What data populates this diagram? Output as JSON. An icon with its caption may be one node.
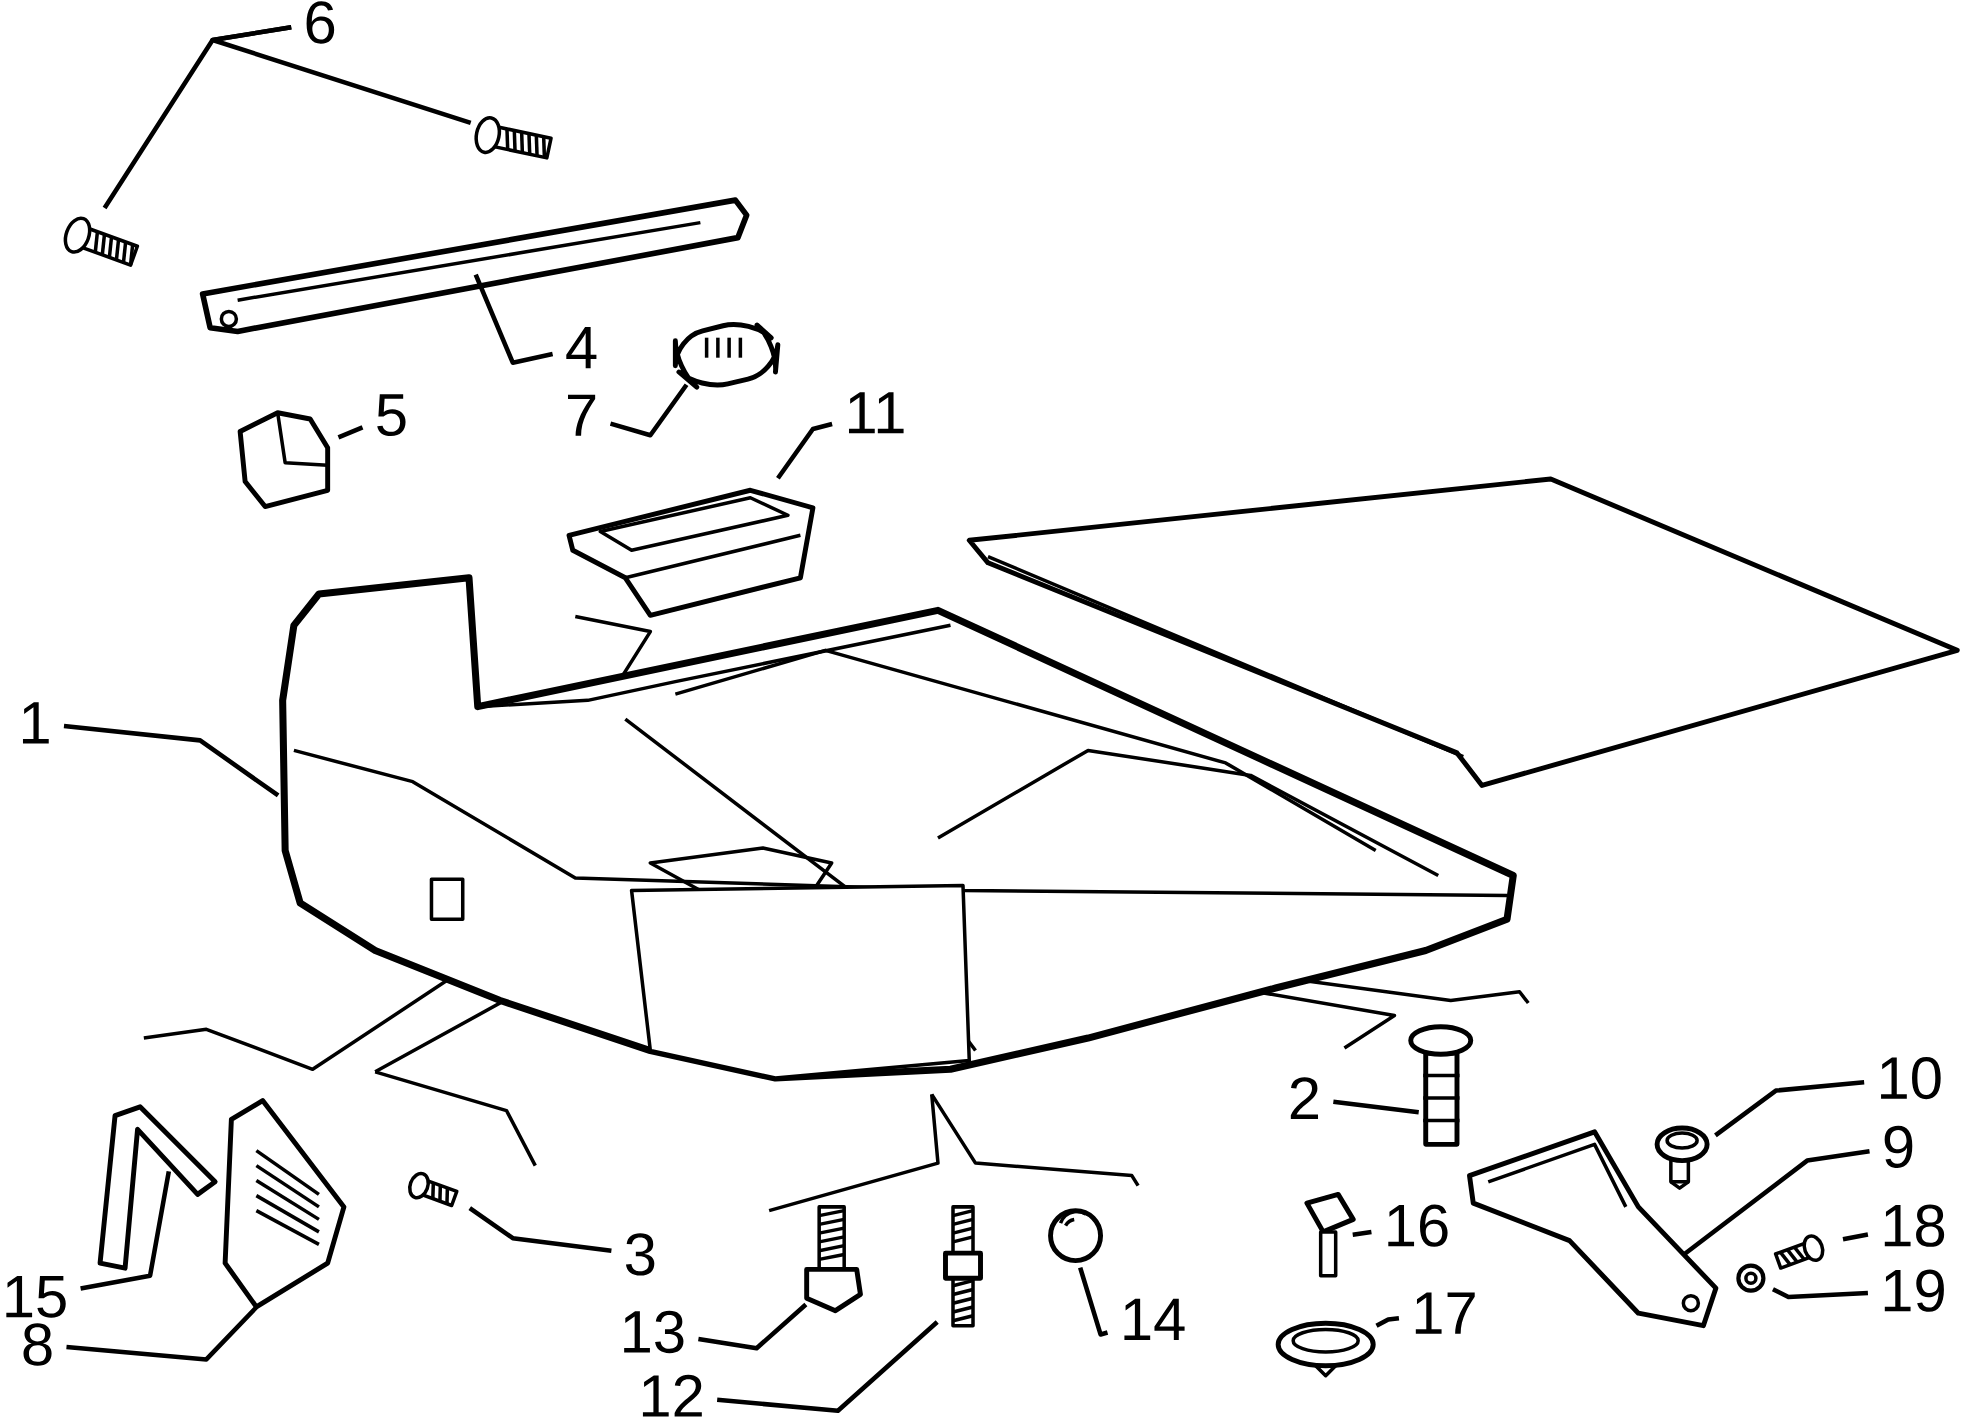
{
  "diagram": {
    "nodes": [
      {
        "text": [
          "1"
        ]
      },
      {
        "text": [],
        "shape": "picture"
      },
      {
        "text": [
          "6"
        ]
      },
      {
        "text": [],
        "shape": "picture"
      },
      {
        "text": [],
        "shape": "picture"
      },
      {
        "text": [
          "4"
        ]
      },
      {
        "text": [],
        "shape": "picture"
      },
      {
        "text": [
          "5"
        ]
      },
      {
        "text": [],
        "shape": "picture"
      },
      {
        "text": [
          "7"
        ]
      },
      {
        "text": [],
        "shape": "picture"
      },
      {
        "text": [
          "11"
        ]
      },
      {
        "text": [],
        "shape": "picture"
      },
      {
        "text": [
          "2"
        ]
      },
      {
        "text": [],
        "shape": "picture"
      },
      {
        "text": [
          "10"
        ]
      },
      {
        "text": [],
        "shape": "picture"
      },
      {
        "text": [
          "9"
        ]
      },
      {
        "text": [],
        "shape": "picture"
      },
      {
        "text": [
          "16"
        ]
      },
      {
        "text": [],
        "shape": "picture"
      },
      {
        "text": [
          "18"
        ]
      },
      {
        "text": [],
        "shape": "picture"
      },
      {
        "text": [
          "3"
        ]
      },
      {
        "text": [],
        "shape": "picture"
      },
      {
        "text": [
          "15"
        ]
      },
      {
        "text": [],
        "shape": "picture"
      },
      {
        "text": [
          "19"
        ]
      },
      {
        "text": [],
        "shape": "picture"
      },
      {
        "text": [
          "13"
        ]
      },
      {
        "text": [],
        "shape": "picture"
      },
      {
        "text": [
          "14"
        ]
      },
      {
        "text": [],
        "shape": "picture"
      },
      {
        "text": [
          "17"
        ]
      },
      {
        "text": [],
        "shape": "picture"
      },
      {
        "text": [
          "8"
        ]
      },
      {
        "text": [],
        "shape": "picture"
      },
      {
        "text": [
          "12"
        ]
      },
      {
        "text": [],
        "shape": "picture"
      }
    ],
    "edges": [
      {
        "from": 0,
        "to": 1,
        "arrow": "none"
      },
      {
        "from": 2,
        "to": 3,
        "arrow": "none"
      },
      {
        "from": 2,
        "to": 4,
        "arrow": "none"
      },
      {
        "from": 5,
        "to": 6,
        "arrow": "none"
      },
      {
        "from": 7,
        "to": 8,
        "arrow": "none"
      },
      {
        "from": 9,
        "to": 10,
        "arrow": "none"
      },
      {
        "from": 11,
        "to": 12,
        "arrow": "none"
      },
      {
        "from": 13,
        "to": 14,
        "arrow": "none"
      },
      {
        "from": 15,
        "to": 16,
        "arrow": "none"
      },
      {
        "from": 17,
        "to": 18,
        "arrow": "none"
      },
      {
        "from": 19,
        "to": 20,
        "arrow": "none"
      },
      {
        "from": 21,
        "to": 22,
        "arrow": "none"
      },
      {
        "from": 23,
        "to": 24,
        "arrow": "none"
      },
      {
        "from": 25,
        "to": 26,
        "arrow": "none"
      },
      {
        "from": 27,
        "to": 28,
        "arrow": "none"
      },
      {
        "from": 29,
        "to": 30,
        "arrow": "none"
      },
      {
        "from": 31,
        "to": 32,
        "arrow": "none"
      },
      {
        "from": 33,
        "to": 34,
        "arrow": "none"
      },
      {
        "from": 35,
        "to": 36,
        "arrow": "none"
      },
      {
        "from": 37,
        "to": 38,
        "arrow": "none"
      }
    ]
  }
}
